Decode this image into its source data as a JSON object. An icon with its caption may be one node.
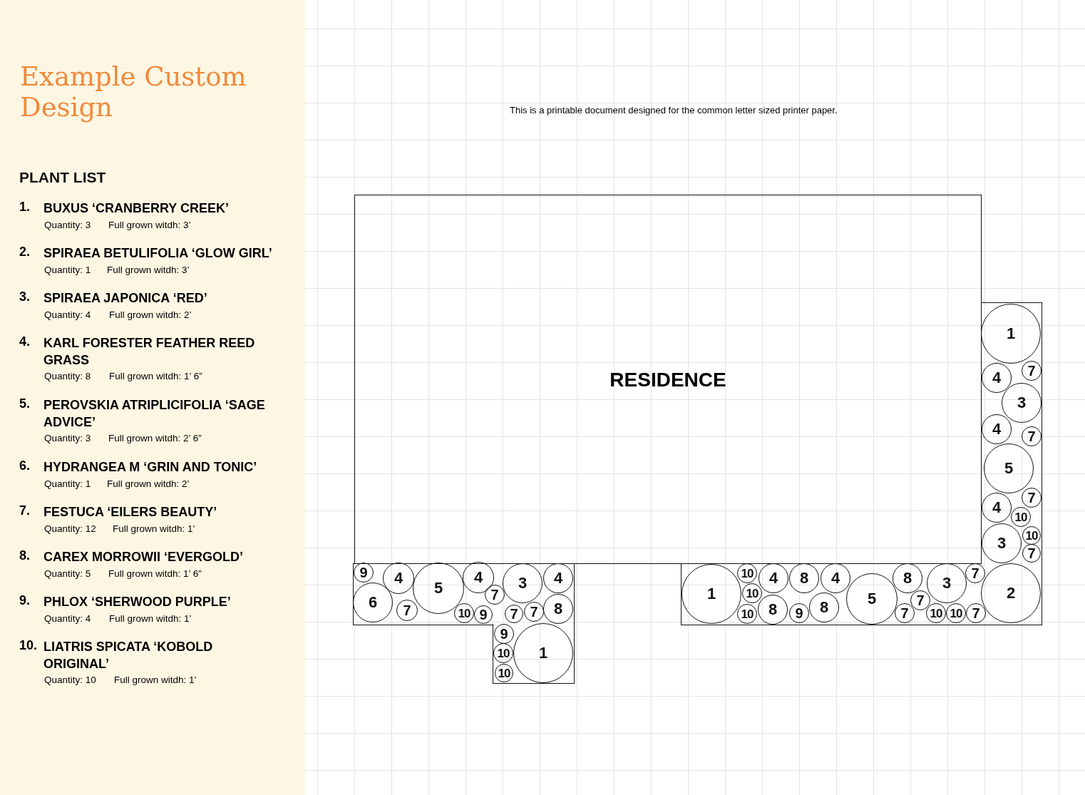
{
  "diagram": {
    "title": "Example Custom Design",
    "nodes": [
      {
        "text": [
          "RESIDENCE"
        ]
      },
      {
        "text": [],
        "shape": "box"
      },
      {
        "text": [
          "9"
        ],
        "in": 1
      },
      {
        "text": [
          "4"
        ],
        "in": 1
      },
      {
        "text": [
          "6"
        ],
        "in": 1
      },
      {
        "text": [
          "5"
        ],
        "in": 1
      },
      {
        "text": [
          "7"
        ],
        "in": 1
      },
      {
        "text": [
          "4"
        ],
        "in": 1
      },
      {
        "text": [
          "7"
        ],
        "in": 1
      },
      {
        "text": [
          "10"
        ],
        "in": 1
      },
      {
        "text": [
          "9"
        ],
        "in": 1
      },
      {
        "text": [
          "3"
        ],
        "in": 1
      },
      {
        "text": [
          "4"
        ],
        "in": 1
      },
      {
        "text": [
          "7"
        ],
        "in": 1
      },
      {
        "text": [
          "7"
        ],
        "in": 1
      },
      {
        "text": [
          "8"
        ],
        "in": 1
      },
      {
        "text": [],
        "shape": "box"
      },
      {
        "text": [
          "9"
        ],
        "in": 16
      },
      {
        "text": [
          "10"
        ],
        "in": 16
      },
      {
        "text": [
          "10"
        ],
        "in": 16
      },
      {
        "text": [
          "1"
        ],
        "in": 16
      },
      {
        "text": [],
        "shape": "box"
      },
      {
        "text": [
          "1"
        ],
        "in": 21
      },
      {
        "text": [
          "4"
        ],
        "in": 21
      },
      {
        "text": [
          "7"
        ],
        "in": 21
      },
      {
        "text": [
          "3"
        ],
        "in": 21
      },
      {
        "text": [
          "4"
        ],
        "in": 21
      },
      {
        "text": [
          "7"
        ],
        "in": 21
      },
      {
        "text": [
          "5"
        ],
        "in": 21
      },
      {
        "text": [
          "7"
        ],
        "in": 21
      },
      {
        "text": [
          "4"
        ],
        "in": 21
      },
      {
        "text": [
          "10"
        ],
        "in": 21
      },
      {
        "text": [
          "10"
        ],
        "in": 21
      },
      {
        "text": [
          "3"
        ],
        "in": 21
      },
      {
        "text": [
          "7"
        ],
        "in": 21
      },
      {
        "text": [],
        "shape": "box"
      },
      {
        "text": [
          "1"
        ],
        "in": 35
      },
      {
        "text": [
          "10"
        ],
        "in": 35
      },
      {
        "text": [
          "10"
        ],
        "in": 35
      },
      {
        "text": [
          "10"
        ],
        "in": 35
      },
      {
        "text": [
          "4"
        ],
        "in": 35
      },
      {
        "text": [
          "8"
        ],
        "in": 35
      },
      {
        "text": [
          "8"
        ],
        "in": 35
      },
      {
        "text": [
          "9"
        ],
        "in": 35
      },
      {
        "text": [
          "8"
        ],
        "in": 35
      },
      {
        "text": [
          "4"
        ],
        "in": 35
      },
      {
        "text": [
          "5"
        ],
        "in": 35
      },
      {
        "text": [
          "8"
        ],
        "in": 35
      },
      {
        "text": [
          "7"
        ],
        "in": 35
      },
      {
        "text": [
          "7"
        ],
        "in": 35
      },
      {
        "text": [
          "3"
        ],
        "in": 35
      },
      {
        "text": [
          "10"
        ],
        "in": 35
      },
      {
        "text": [
          "10"
        ],
        "in": 35
      },
      {
        "text": [
          "7"
        ],
        "in": 35
      },
      {
        "text": [
          "7"
        ],
        "in": 35
      },
      {
        "text": [
          "2"
        ],
        "in": 35
      }
    ],
    "labels": [
      "PLANT LIST",
      "1.",
      "BUXUS ‘CRANBERRY CREEK’",
      "Quantity: 3",
      "Full grown witdh: 3’",
      "2.",
      "SPIRAEA BETULIFOLIA ‘GLOW GIRL’",
      "Quantity: 1",
      "Full grown witdh: 3’",
      "3.",
      "SPIRAEA JAPONICA ‘RED’",
      "Quantity: 4",
      "Full grown witdh: 2’",
      "4.",
      "KARL FORESTER FEATHER REED GRASS",
      "Quantity: 8",
      "Full grown witdh: 1’ 6”",
      "5.",
      "PEROVSKIA ATRIPLICIFOLIA ‘SAGE ADVICE’",
      "Quantity: 3",
      "Full grown witdh: 2’ 6”",
      "6.",
      "HYDRANGEA M ‘GRIN AND TONIC’",
      "Quantity: 1",
      "Full grown witdh: 2’",
      "7.",
      "FESTUCA ‘EILERS BEAUTY’",
      "Quantity: 12",
      "Full grown witdh: 1’",
      "8.",
      "CAREX MORROWII ‘EVERGOLD’",
      "Quantity: 5",
      "Full grown witdh: 1’ 6”",
      "9.",
      "PHLOX ‘SHERWOOD PURPLE’",
      "Quantity: 4",
      "Full grown witdh: 1’",
      "10.",
      "LIATRIS SPICATA ‘KOBOLD ORIGINAL’",
      "Quantity: 10",
      "Full grown witdh: 1’",
      "This is a printable document designed for the common letter sized printer paper."
    ]
  }
}
